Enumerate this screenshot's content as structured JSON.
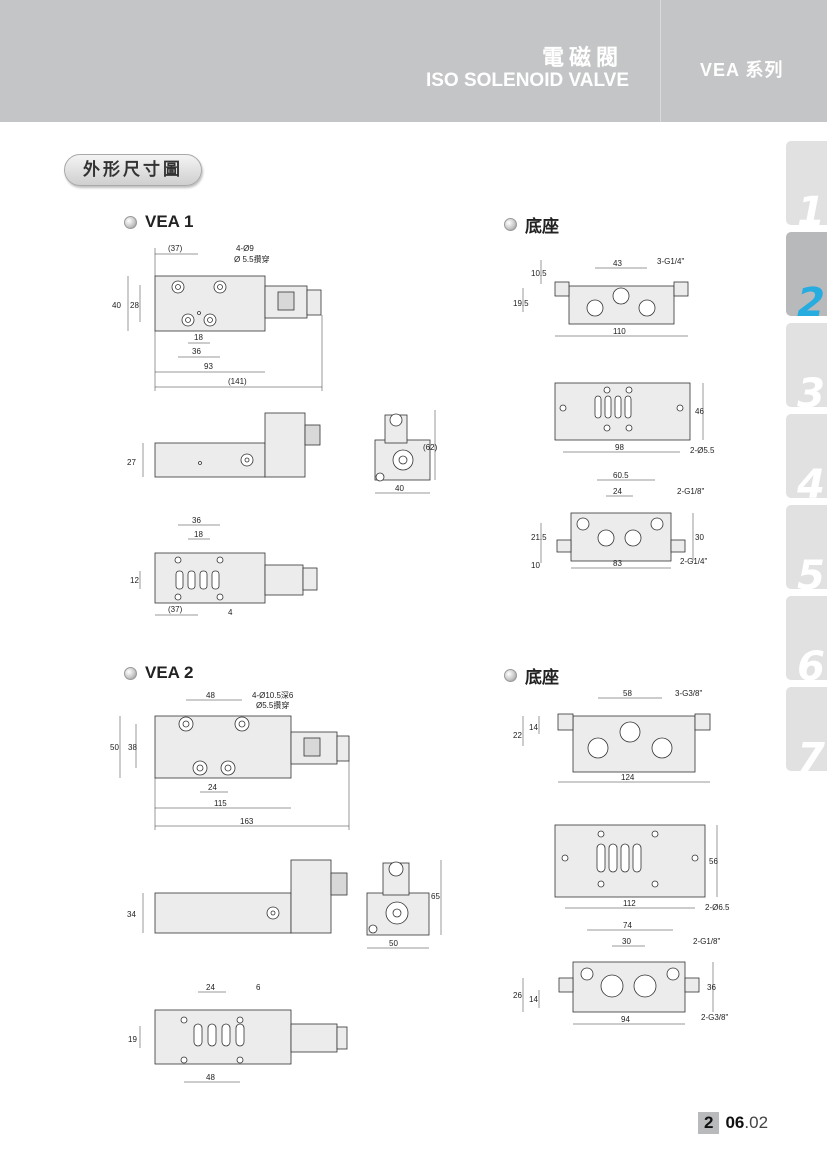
{
  "header": {
    "title_cn": "電磁閥",
    "title_en": "ISO SOLENOID VALVE",
    "series": "VEA 系列"
  },
  "section_title": "外形尺寸圖",
  "tabs": [
    "1",
    "2",
    "3",
    "4",
    "5",
    "6",
    "7"
  ],
  "active_tab": "2",
  "vea1": {
    "title": "VEA 1",
    "top": {
      "d37": "(37)",
      "holes": "4-Ø9",
      "thru": "Ø 5.5攢穿",
      "h40": "40",
      "h28": "28",
      "d18": "18",
      "d36": "36",
      "d93": "93",
      "d141": "(141)"
    },
    "side": {
      "h27": "27"
    },
    "end": {
      "h62": "(62)",
      "w40": "40"
    },
    "bottom": {
      "d36": "36",
      "d18": "18",
      "h12": "12",
      "d37": "(37)",
      "d4": "4"
    }
  },
  "base1": {
    "title": "底座",
    "front": {
      "h105": "10.5",
      "h195": "19.5",
      "d43": "43",
      "port": "3-G1/4\"",
      "d110": "110"
    },
    "top": {
      "h46": "46",
      "d98": "98",
      "holes": "2-Ø5.5"
    },
    "side": {
      "d605": "60.5",
      "d24": "24",
      "port_a": "2-G1/8\"",
      "h215": "21.5",
      "h10": "10",
      "h30": "30",
      "d83": "83",
      "port_b": "2-G1/4\""
    }
  },
  "vea2": {
    "title": "VEA 2",
    "top": {
      "d48": "48",
      "holes": "4-Ø10.5深6",
      "thru": "Ø5.5攢穿",
      "h50": "50",
      "h38": "38",
      "d24": "24",
      "d115": "115",
      "d163": "163"
    },
    "side": {
      "h34": "34"
    },
    "end": {
      "h65": "65",
      "w50": "50"
    },
    "bottom": {
      "d24": "24",
      "d6": "6",
      "h19": "19",
      "d48": "48"
    }
  },
  "base2": {
    "title": "底座",
    "front": {
      "h22": "22",
      "h14": "14",
      "d58": "58",
      "port": "3-G3/8\"",
      "d124": "124"
    },
    "top": {
      "h56": "56",
      "d112": "112",
      "holes": "2-Ø6.5"
    },
    "side": {
      "d74": "74",
      "d30": "30",
      "port_a": "2-G1/8\"",
      "h26": "26",
      "h14": "14",
      "h36": "36",
      "d94": "94",
      "port_b": "2-G3/8\""
    }
  },
  "page": {
    "chapter": "2",
    "num_bold": "06",
    "num_rest": ".02"
  }
}
